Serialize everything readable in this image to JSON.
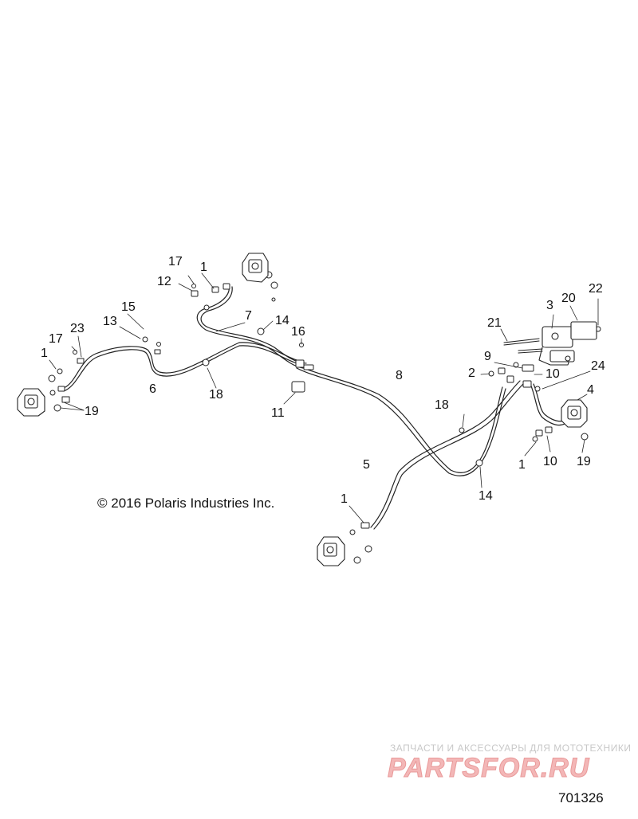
{
  "diagram": {
    "callouts": {
      "c17a": "17",
      "c1a": "1",
      "c12": "12",
      "c7": "7",
      "c14a": "14",
      "c16": "16",
      "c15": "15",
      "c13": "13",
      "c17b": "17",
      "c23": "23",
      "c1b": "1",
      "c6": "6",
      "c18a": "18",
      "c19a": "19",
      "c11": "11",
      "c8": "8",
      "c3": "3",
      "c20": "20",
      "c22": "22",
      "c21": "21",
      "c9": "9",
      "c2": "2",
      "c10a": "10",
      "c24": "24",
      "c4": "4",
      "c18b": "18",
      "c5": "5",
      "c14b": "14",
      "c1c": "1",
      "c10b": "10",
      "c19b": "19",
      "c1d": "1"
    },
    "copyright": "© 2016  Polaris Industries Inc.",
    "figure_number": "701326"
  },
  "watermark": {
    "tagline": "ЗАПЧАСТИ И АКСЕССУАРЫ ДЛЯ МОТОТЕХНИКИ",
    "logo": "PARTSFOR.RU"
  }
}
